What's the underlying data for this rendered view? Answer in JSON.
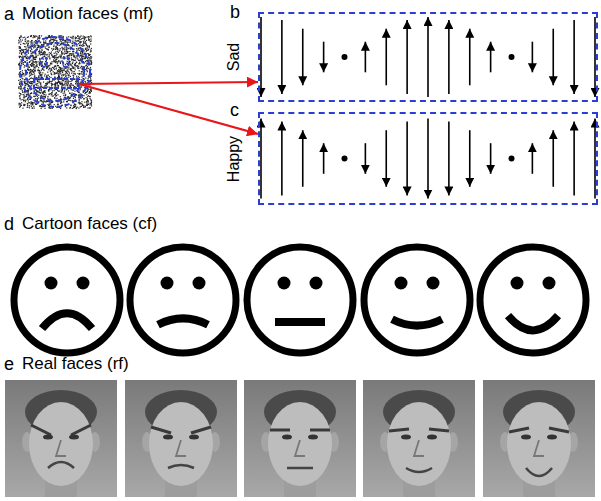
{
  "diagram": {
    "nodes": [
      {
        "text": [
          "Motion faces (mf)"
        ]
      },
      {
        "text": [
          "Sad"
        ]
      },
      {
        "text": [
          "Happy"
        ]
      }
    ],
    "edges": [
      {
        "from": 0,
        "to": 1,
        "arrow": "to"
      },
      {
        "from": 0,
        "to": 2,
        "arrow": "to"
      }
    ],
    "labels": [
      "a",
      "b",
      "c",
      "d",
      "Cartoon faces (cf)",
      "e",
      "Real faces (rf)"
    ]
  }
}
